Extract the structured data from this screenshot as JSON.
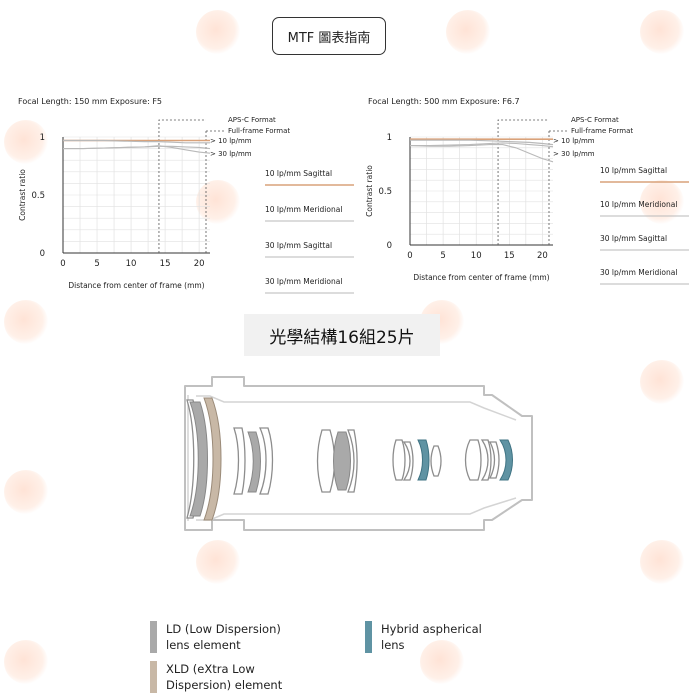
{
  "header": {
    "title": "MTF 圖表指南"
  },
  "section2": {
    "title": "光學結構16組25片"
  },
  "colors": {
    "sagittal": "#d9a27a",
    "meridional": "#b9b9b9",
    "ld": "#a9a9a9",
    "xld": "#c8b8a6",
    "hybrid": "#5f93a3",
    "outline": "#c0c0c0"
  },
  "chart_data": [
    {
      "type": "line",
      "title": "Focal Length: 150 mm  Exposure: F5",
      "xlabel": "Distance from center of frame (mm)",
      "ylabel": "Contrast ratio",
      "xlim": [
        0,
        21.6
      ],
      "ylim": [
        0,
        1
      ],
      "xticks": [
        0,
        5,
        10,
        15,
        20
      ],
      "yticks": [
        0,
        0.5,
        1
      ],
      "grid": true,
      "annotations": {
        "apsc": "APS-C Format",
        "apsc_x": 14.1,
        "ff": "Full-frame Format",
        "lp10": "10 lp/mm",
        "lp30": "30 lp/mm"
      },
      "x": [
        0,
        3,
        6,
        9,
        12,
        14,
        16,
        18,
        20,
        21.6
      ],
      "series": [
        {
          "name": "10 lp/mm Sagittal",
          "values": [
            0.97,
            0.97,
            0.97,
            0.97,
            0.97,
            0.97,
            0.97,
            0.97,
            0.97,
            0.97
          ]
        },
        {
          "name": "10 lp/mm Meridional",
          "values": [
            0.97,
            0.97,
            0.97,
            0.965,
            0.96,
            0.96,
            0.955,
            0.95,
            0.95,
            0.95
          ]
        },
        {
          "name": "30 lp/mm Sagittal",
          "values": [
            0.9,
            0.9,
            0.905,
            0.91,
            0.915,
            0.92,
            0.92,
            0.915,
            0.91,
            0.9
          ]
        },
        {
          "name": "30 lp/mm Meridional",
          "values": [
            0.9,
            0.9,
            0.905,
            0.91,
            0.915,
            0.925,
            0.91,
            0.89,
            0.87,
            0.86
          ]
        }
      ]
    },
    {
      "type": "line",
      "title": "Focal Length: 500 mm  Exposure: F6.7",
      "xlabel": "Distance from center of frame (mm)",
      "ylabel": "Contrast ratio",
      "xlim": [
        0,
        21.6
      ],
      "ylim": [
        0,
        1
      ],
      "xticks": [
        0,
        5,
        10,
        15,
        20
      ],
      "yticks": [
        0,
        0.5,
        1
      ],
      "grid": true,
      "annotations": {
        "apsc": "APS-C Format",
        "apsc_x": 13.3,
        "ff": "Full-frame Format",
        "lp10": "10 lp/mm",
        "lp30": "30 lp/mm"
      },
      "x": [
        0,
        3,
        6,
        9,
        12,
        14,
        16,
        18,
        20,
        21.6
      ],
      "series": [
        {
          "name": "10 lp/mm Sagittal",
          "values": [
            0.98,
            0.98,
            0.98,
            0.98,
            0.98,
            0.98,
            0.98,
            0.98,
            0.98,
            0.98
          ]
        },
        {
          "name": "10 lp/mm Meridional",
          "values": [
            0.97,
            0.97,
            0.97,
            0.97,
            0.965,
            0.96,
            0.955,
            0.95,
            0.94,
            0.93
          ]
        },
        {
          "name": "30 lp/mm Sagittal",
          "values": [
            0.92,
            0.92,
            0.925,
            0.93,
            0.94,
            0.945,
            0.94,
            0.93,
            0.92,
            0.91
          ]
        },
        {
          "name": "30 lp/mm Meridional",
          "values": [
            0.92,
            0.915,
            0.915,
            0.92,
            0.93,
            0.93,
            0.9,
            0.85,
            0.8,
            0.77
          ]
        }
      ]
    }
  ],
  "legend": {
    "ld": [
      "LD (Low Dispersion)",
      "lens element"
    ],
    "xld": [
      "XLD (eXtra Low",
      "Dispersion) element"
    ],
    "hybrid": [
      "Hybrid aspherical",
      "lens"
    ]
  }
}
